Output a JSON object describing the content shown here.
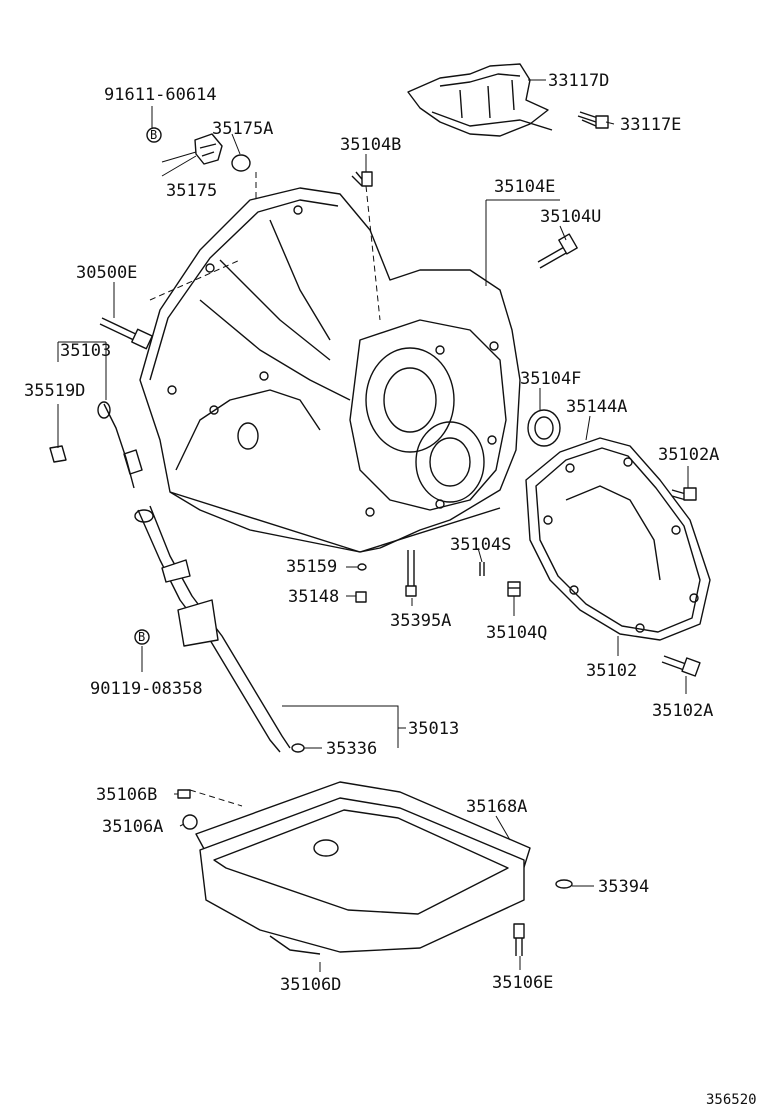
{
  "labels": {
    "p91611": "91611-60614",
    "p35175A": "35175A",
    "p35175": "35175",
    "p35104B": "35104B",
    "p33117D": "33117D",
    "p33117E": "33117E",
    "p35104E": "35104E",
    "p35104U": "35104U",
    "p30500E": "30500E",
    "p35103": "35103",
    "p35519D": "35519D",
    "p35104F": "35104F",
    "p35144A": "35144A",
    "p35102A_top": "35102A",
    "p35104S": "35104S",
    "p35159": "35159",
    "p35148": "35148",
    "p35395A": "35395A",
    "p35104Q": "35104Q",
    "p35102": "35102",
    "p35102A_bottom": "35102A",
    "p90119": "90119-08358",
    "p35013": "35013",
    "p35336": "35336",
    "p35106B": "35106B",
    "p35106A": "35106A",
    "p35168A": "35168A",
    "p35394": "35394",
    "p35106D": "35106D",
    "p35106E": "35106E",
    "ref_code": "356520"
  },
  "symbols": {
    "bolt_marker": "B"
  }
}
